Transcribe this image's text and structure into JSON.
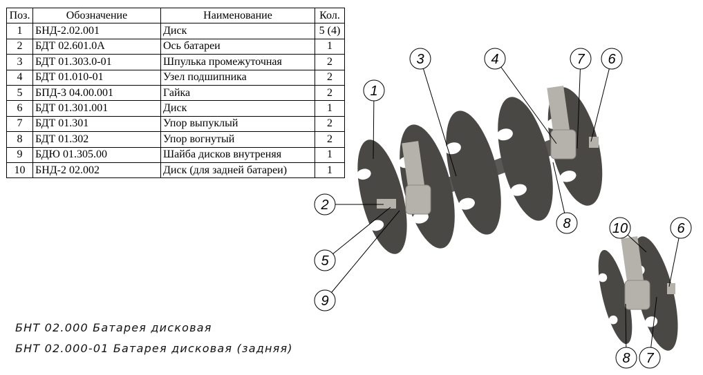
{
  "table": {
    "headers": [
      "Поз.",
      "Обозначение",
      "Наименование",
      "Кол."
    ],
    "rows": [
      [
        "1",
        "БНД-2.02.001",
        "Диск",
        "5 (4)"
      ],
      [
        "2",
        "БДТ 02.601.0А",
        "Ось батареи",
        "1"
      ],
      [
        "3",
        "БДТ 01.303.0-01",
        "Шпулька промежуточная",
        "2"
      ],
      [
        "4",
        "БДТ 01.010-01",
        "Узел подшипника",
        "2"
      ],
      [
        "5",
        "БПД-3 04.00.001",
        "Гайка",
        "2"
      ],
      [
        "6",
        "БДТ 01.301.001",
        "Диск",
        "1"
      ],
      [
        "7",
        "БДТ 01.301",
        "Упор выпуклый",
        "2"
      ],
      [
        "8",
        "БДТ 01.302",
        "Упор вогнутый",
        "2"
      ],
      [
        "9",
        "БДЮ 01.305.00",
        "Шайба дисков внутреняя",
        "1"
      ],
      [
        "10",
        "БНД-2 02.002",
        "Диск (для задней батареи)",
        "1"
      ]
    ]
  },
  "captions": [
    "БНТ 02.000 Батарея дисковая",
    "БНТ 02.000-01 Батарея дисковая (задняя)"
  ],
  "callouts": [
    "1",
    "2",
    "3",
    "4",
    "5",
    "6",
    "7",
    "8",
    "9",
    "10",
    "6",
    "8",
    "7"
  ],
  "colors": {
    "disc": "#4a4845",
    "hub": "#b5b2ab",
    "shaft": "#5a5855"
  }
}
